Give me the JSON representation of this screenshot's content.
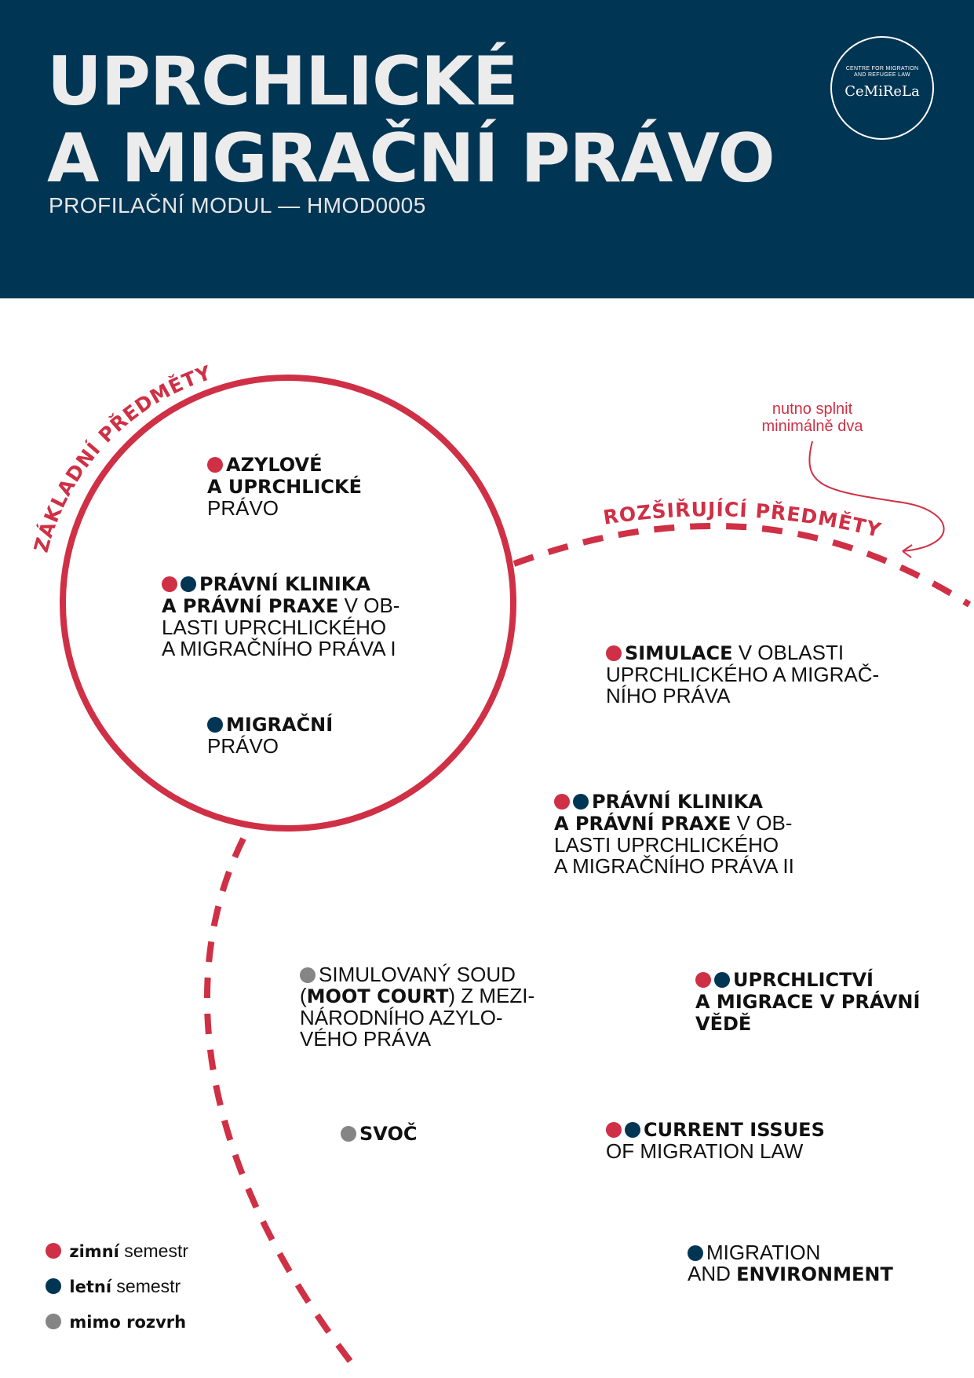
{
  "header": {
    "title_line1": "UPRCHLICKÉ",
    "title_line2": "A MIGRAČNÍ PRÁVO",
    "subtitle": "PROFILAČNÍ MODUL — HMOD0005",
    "logo_small_line1": "CENTRE FOR MIGRATION",
    "logo_small_line2": "AND REFUGEE LAW",
    "logo_name": "CeMiReLa"
  },
  "sections": {
    "core_label": "ZÁKLADNÍ PŘEDMĚTY",
    "extended_label": "ROZŠIŘUJÍCÍ PŘEDMĚTY",
    "note_line1": "nutno splnit",
    "note_line2": "minimálně dva"
  },
  "core_courses": [
    {
      "bold": "AZYLOVÉ",
      "bold2": "A UPRCHLICKÉ",
      "rest": "PRÁVO",
      "semesters": [
        "winter"
      ]
    },
    {
      "bold": "PRÁVNÍ KLINIKA",
      "bold2": "A PRÁVNÍ PRAXE",
      "rest_inline": " V OB-",
      "rest2": "LASTI UPRCHLICKÉHO",
      "rest3": "A MIGRAČNÍHO PRÁVA I",
      "semesters": [
        "winter",
        "summer"
      ]
    },
    {
      "bold": "MIGRAČNÍ",
      "rest": "PRÁVO",
      "semesters": [
        "summer"
      ]
    }
  ],
  "extended_courses": [
    {
      "bold": "SIMULACE",
      "rest_inline": " V OBLASTI",
      "rest2": "UPRCHLICKÉHO A MIGRAČ-",
      "rest3": "NÍHO PRÁVA",
      "semesters": [
        "winter"
      ]
    },
    {
      "bold": "PRÁVNÍ KLINIKA",
      "bold2": "A PRÁVNÍ PRAXE",
      "rest_inline": " V OB-",
      "rest2": "LASTI UPRCHLICKÉHO",
      "rest3": "A MIGRAČNÍHO PRÁVA II",
      "semesters": [
        "winter",
        "summer"
      ]
    },
    {
      "plain": "SIMULOVANÝ SOUD",
      "paren_open": "(",
      "bold": "MOOT COURT",
      "rest_inline": ") Z MEZI-",
      "rest2": "NÁRODNÍHO AZYLO-",
      "rest3": "VÉHO PRÁVA",
      "semesters": [
        "off"
      ]
    },
    {
      "bold": "UPRCHLICTVÍ",
      "bold2": "A MIGRACE V PRÁVNÍ",
      "bold3": "VĚDĚ",
      "semesters": [
        "winter",
        "summer"
      ]
    },
    {
      "bold": "SVOČ",
      "semesters": [
        "off"
      ]
    },
    {
      "bold": "CURRENT ISSUES",
      "rest2": "OF MIGRATION LAW",
      "semesters": [
        "winter",
        "summer"
      ]
    },
    {
      "plain": "MIGRATION",
      "plain2": "AND ",
      "bold": "ENVIRONMENT",
      "semesters": [
        "summer"
      ]
    }
  ],
  "legend": [
    {
      "bold": "zimní",
      "rest": " semestr",
      "key": "winter"
    },
    {
      "bold": "letní",
      "rest": " semestr",
      "key": "summer"
    },
    {
      "bold": "mimo rozvrh",
      "key": "off"
    }
  ],
  "colors": {
    "navy": "#003554",
    "red": "#cf3045",
    "gray": "#858585"
  }
}
